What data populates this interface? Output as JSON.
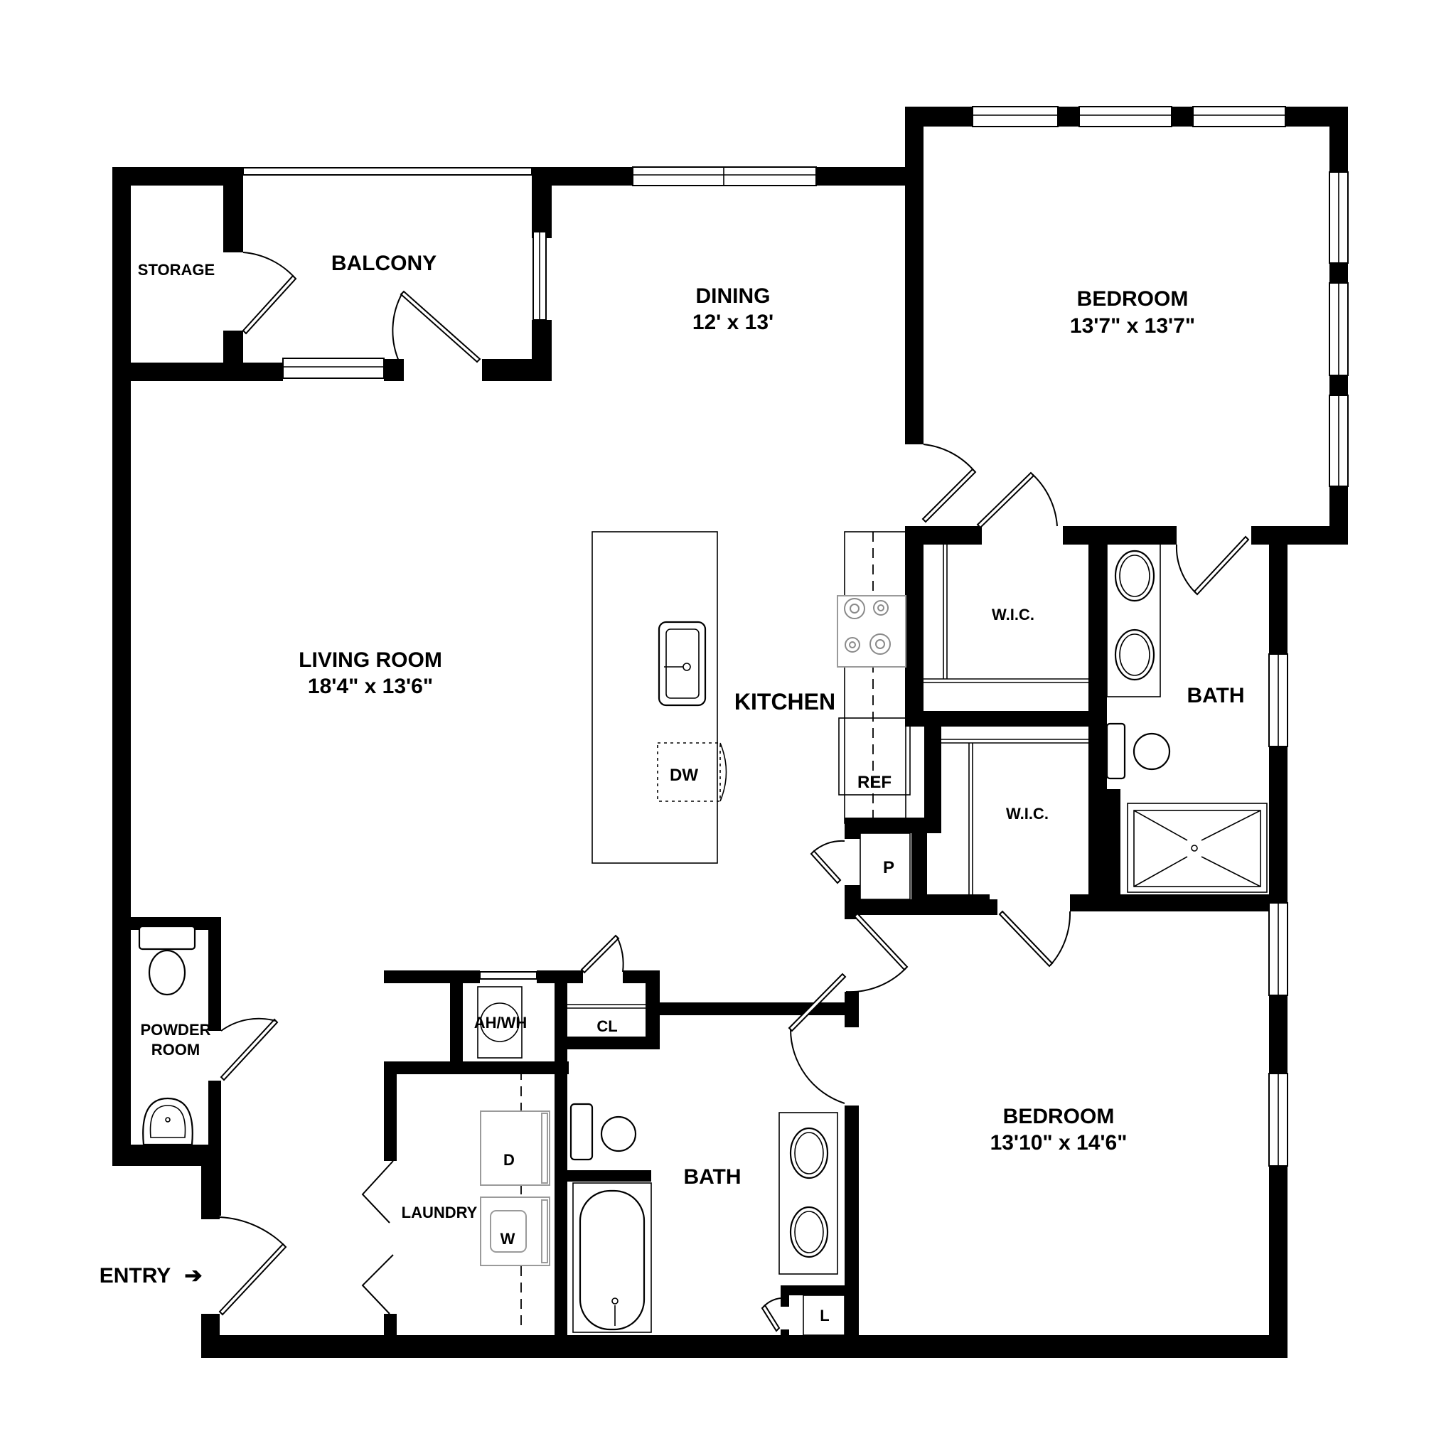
{
  "floor_plan": {
    "rooms": {
      "storage": {
        "name": "STORAGE"
      },
      "balcony": {
        "name": "BALCONY"
      },
      "dining": {
        "name": "DINING",
        "dimensions": "12' x 13'"
      },
      "bedroom_1": {
        "name": "BEDROOM",
        "dimensions": "13'7\" x 13'7\""
      },
      "living_room": {
        "name": "LIVING ROOM",
        "dimensions": "18'4\" x 13'6\""
      },
      "kitchen": {
        "name": "KITCHEN"
      },
      "wic_1": {
        "name": "W.I.C."
      },
      "wic_2": {
        "name": "W.I.C."
      },
      "bath_1": {
        "name": "BATH"
      },
      "bath_2": {
        "name": "BATH"
      },
      "bedroom_2": {
        "name": "BEDROOM",
        "dimensions": "13'10\" x 14'6\""
      },
      "powder_room": {
        "name_line1": "POWDER",
        "name_line2": "ROOM"
      },
      "laundry": {
        "name": "LAUNDRY"
      }
    },
    "fixtures": {
      "dishwasher": "DW",
      "refrigerator": "REF",
      "pantry": "P",
      "closet": "CL",
      "air_handler_water_heater": "AH/WH",
      "dryer": "D",
      "washer": "W",
      "linen": "L"
    },
    "entry": {
      "label": "ENTRY",
      "arrow": "➔"
    },
    "colors": {
      "wall": "#000000",
      "background": "#ffffff",
      "appliance_outline": "#9a9a9a"
    }
  }
}
